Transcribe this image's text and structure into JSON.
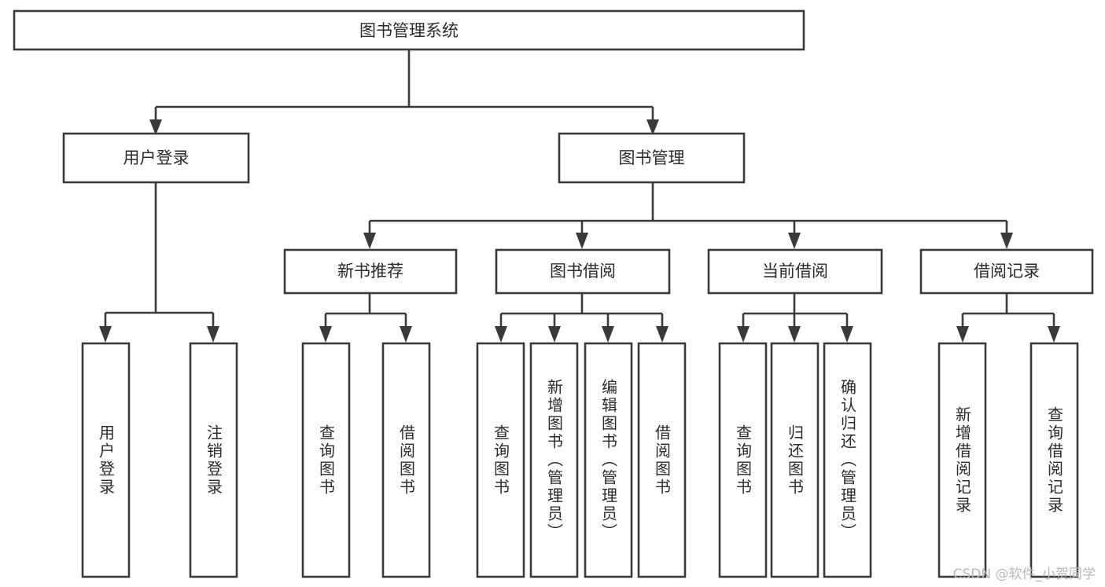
{
  "diagram": {
    "title": "图书管理系统",
    "watermark": "CSDN @软件_小贺同学",
    "colors": {
      "stroke": "#3a3a3a",
      "box_fill": "#ffffff",
      "text": "#2b2b2b",
      "background": "#ffffff",
      "watermark": "#b9b9b9"
    },
    "root": {
      "label": "图书管理系统"
    },
    "level2": [
      {
        "label": "用户登录"
      },
      {
        "label": "图书管理"
      }
    ],
    "level3": [
      {
        "label": "新书推荐"
      },
      {
        "label": "图书借阅"
      },
      {
        "label": "当前借阅"
      },
      {
        "label": "借阅记录"
      }
    ],
    "leaves": [
      {
        "label": "用户登录"
      },
      {
        "label": "注销登录"
      },
      {
        "label": "查询图书"
      },
      {
        "label": "借阅图书"
      },
      {
        "label": "查询图书"
      },
      {
        "label": "新增图书（管理员）"
      },
      {
        "label": "编辑图书（管理员）"
      },
      {
        "label": "借阅图书"
      },
      {
        "label": "查询图书"
      },
      {
        "label": "归还图书"
      },
      {
        "label": "确认归还（管理员）"
      },
      {
        "label": "新增借阅记录"
      },
      {
        "label": "查询借阅记录"
      }
    ]
  }
}
